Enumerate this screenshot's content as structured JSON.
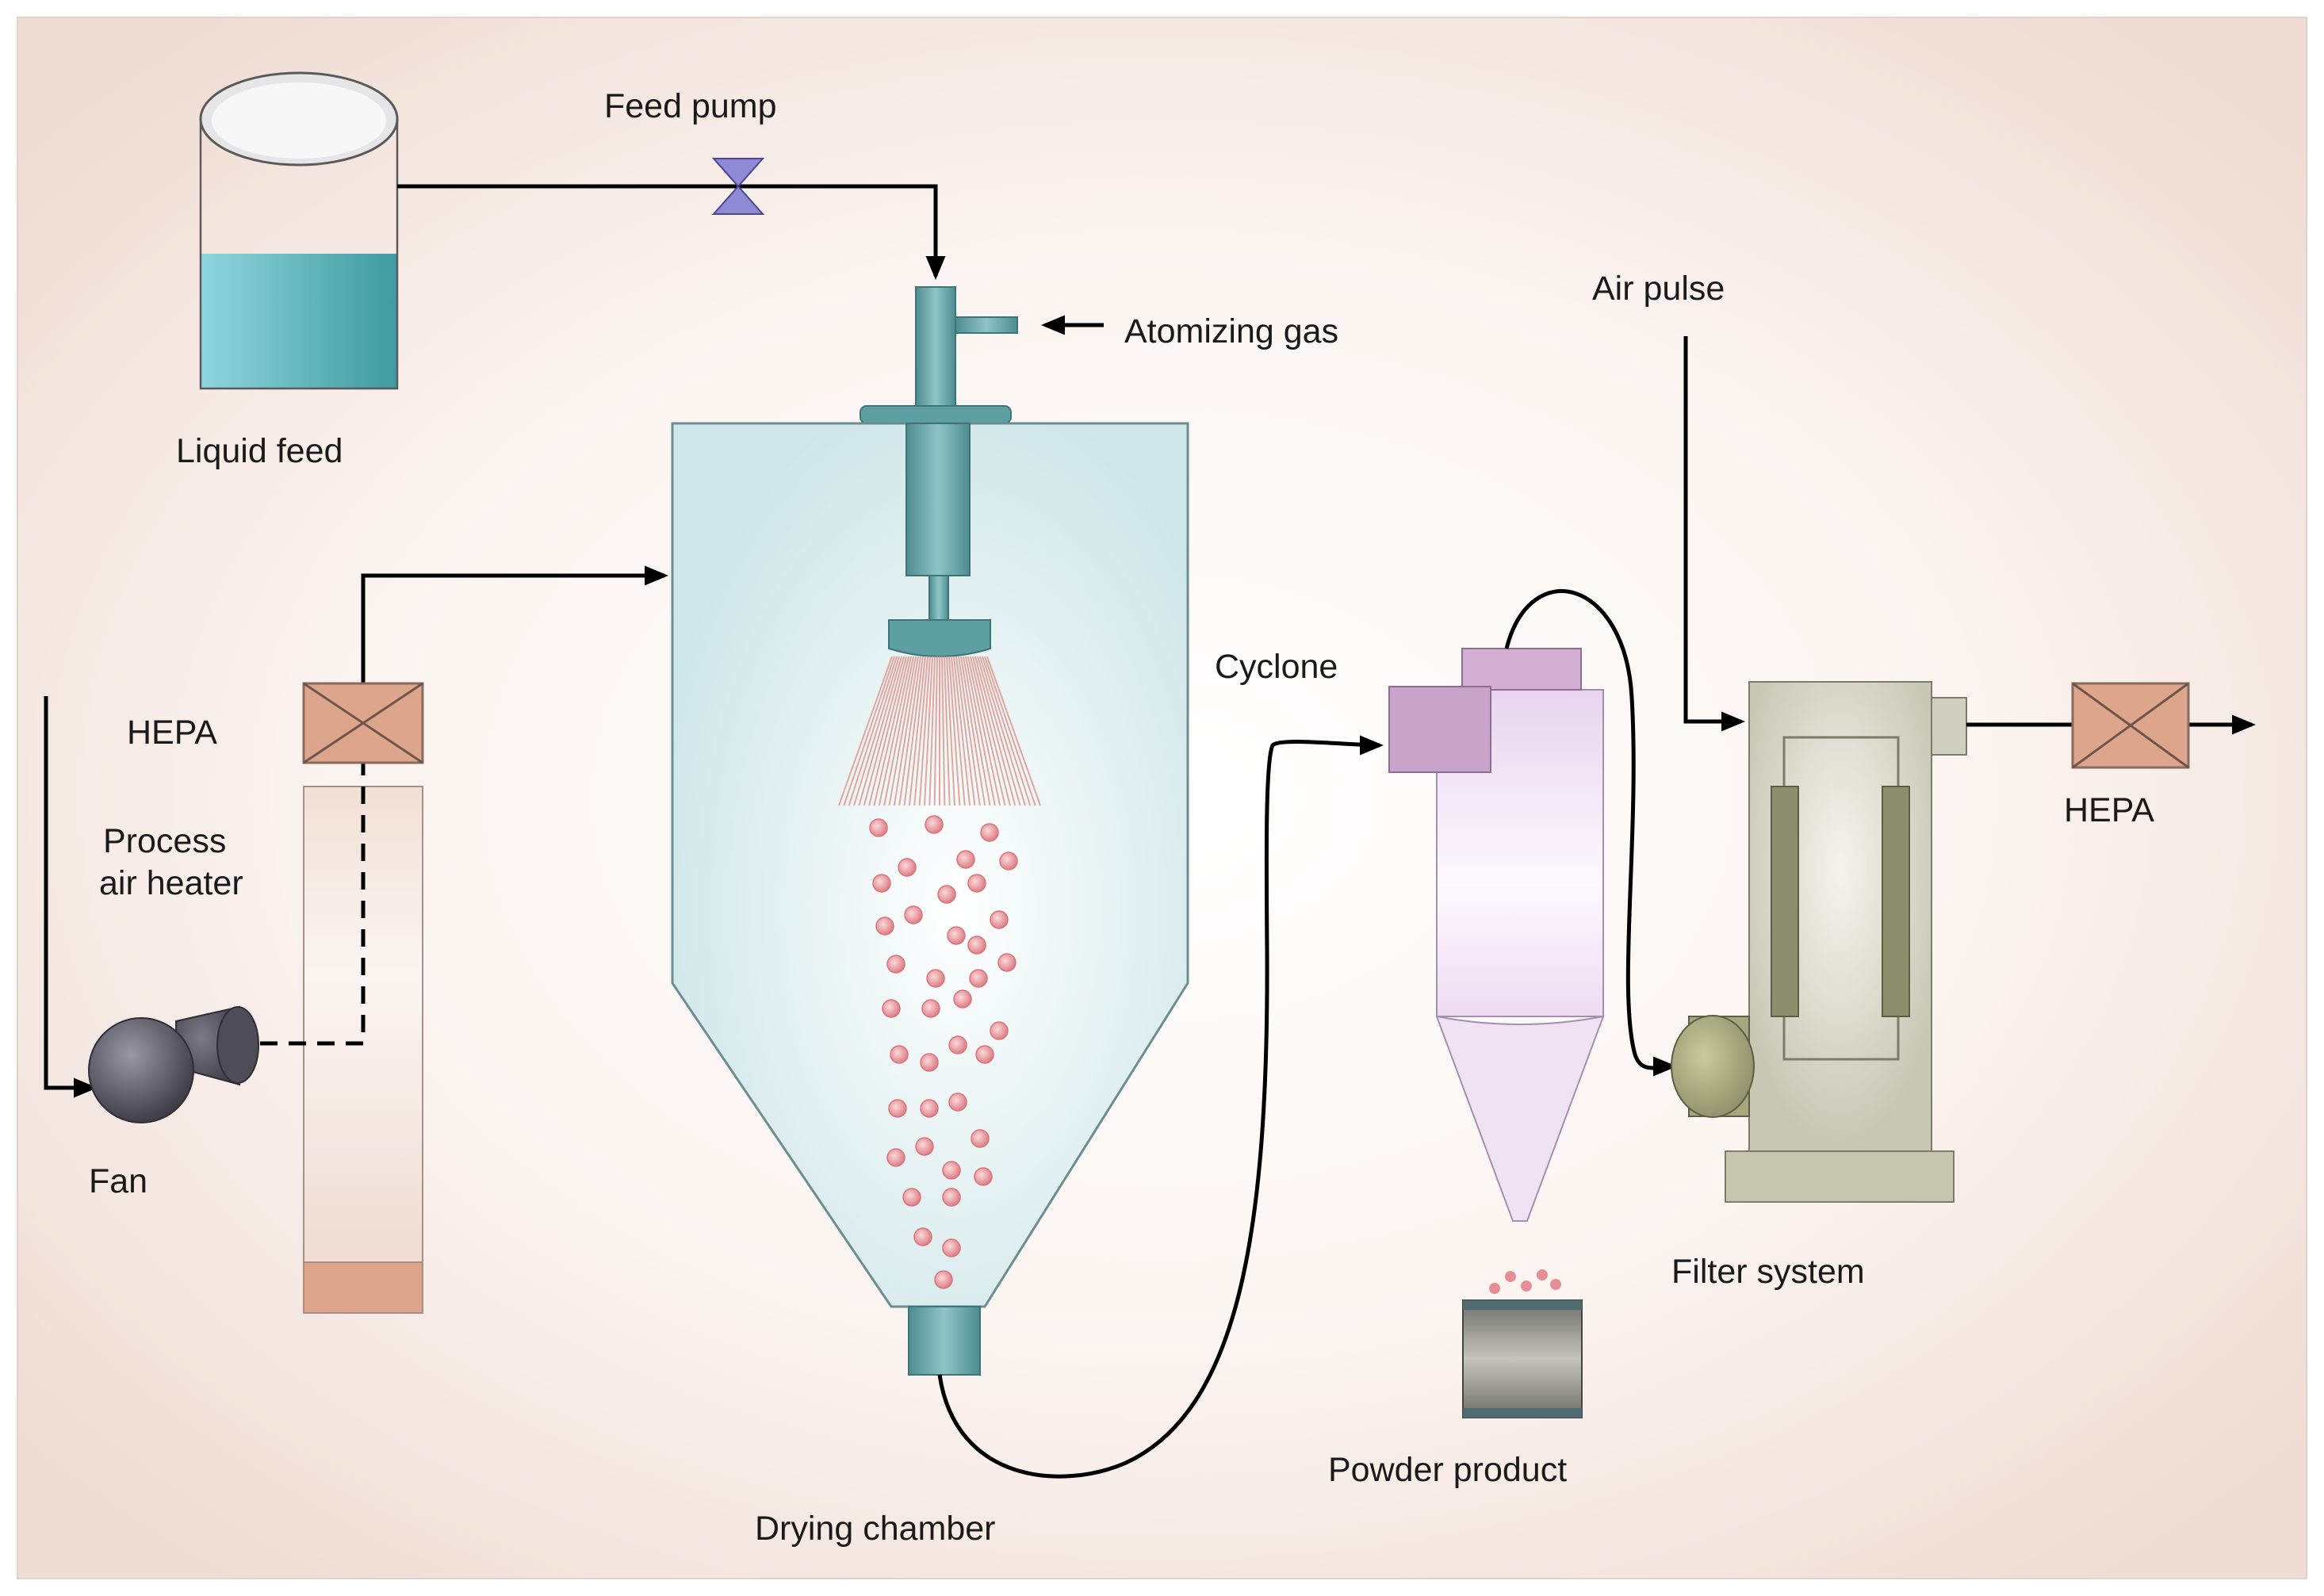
{
  "labels": {
    "feed_pump": "Feed pump",
    "atomizing_gas": "Atomizing gas",
    "liquid_feed": "Liquid feed",
    "air_pulse": "Air pulse",
    "hepa_left": "HEPA",
    "process_air_heater_line1": "Process",
    "process_air_heater_line2": "air heater",
    "fan": "Fan",
    "cyclone": "Cyclone",
    "hepa_right": "HEPA",
    "filter_system": "Filter system",
    "powder_product": "Powder product",
    "drying_chamber": "Drying chamber"
  },
  "colors": {
    "liquid": "#5fb8c0",
    "nozzle": "#5e9fa3",
    "chamber": "#cfe6e8",
    "droplet": "#e58f94",
    "hepa": "#dea58d",
    "heater": "#f3e3db",
    "cyclone": "#d3aed3",
    "cyclone_body": "#f0e4f3",
    "filter_housing": "#cfcfbf",
    "filter_cartridge": "#8d8f6c",
    "fan": "#5e5c68",
    "pump": "#8f8ad6",
    "powder_box": "#8b8b85"
  },
  "icons": {
    "fan": "fan-icon",
    "pump": "valve-icon",
    "hepa": "hepa-filter-icon"
  }
}
